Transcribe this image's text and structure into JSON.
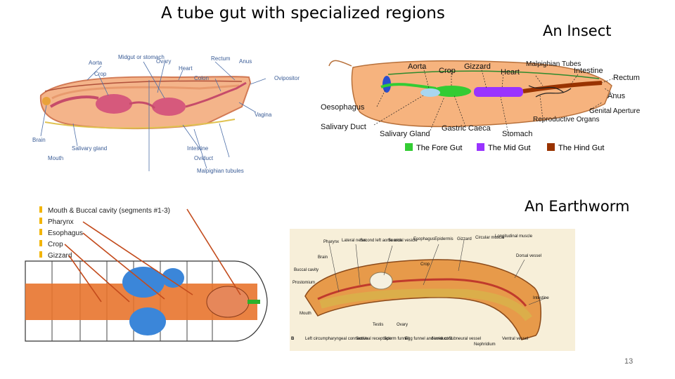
{
  "slide": {
    "title": "A tube gut with specialized regions",
    "insect_title": "An Insect",
    "earthworm_title": "An Earthworm",
    "slide_number": "13"
  },
  "diagram_top_left": {
    "labels": {
      "aorta": "Aorta",
      "crop": "Crop",
      "midgut": "Midgut or stomach",
      "ovary": "Ovary",
      "heart": "Heart",
      "rectum": "Rectum",
      "anus": "Anus",
      "colon": "Colon",
      "ovipositor": "Ovipositor",
      "vagina": "Vagina",
      "brain": "Brain",
      "mouth": "Mouth",
      "salivary_gland": "Salivary gland",
      "intestine": "Intestine",
      "oviduct": "Oviduct",
      "malpighian": "Malpighian tubules"
    }
  },
  "diagram_insect": {
    "labels": {
      "aorta": "Aorta",
      "crop": "Crop",
      "gizzard": "Gizzard",
      "heart": "Heart",
      "malpighian": "Malpighian Tubes",
      "intestine": "Intestine",
      "rectum": "Rectum",
      "anus": "Anus",
      "oesophagus": "Oesophagus",
      "genital_aperture": "Genital Aperture",
      "reproductive_organs": "Reproductive Organs",
      "salivary_duct": "Salivary Duct",
      "gastric_caeca": "Gastric Caeca",
      "salivary_gland": "Salivary Gland",
      "stomach": "Stomach"
    },
    "legend": [
      {
        "label": "The Fore Gut",
        "color": "#33cc33"
      },
      {
        "label": "The Mid Gut",
        "color": "#9933ff"
      },
      {
        "label": "The Hind Gut",
        "color": "#993300"
      }
    ]
  },
  "diagram_worm_dissection": {
    "key": [
      "Mouth & Buccal cavity (segments #1-3)",
      "Pharynx",
      "Esophagus",
      "Crop",
      "Gizzard"
    ],
    "key_bullet_color": "#f2b400"
  },
  "diagram_earthworm": {
    "labels": {
      "pharynx": "Pharynx",
      "lateral_nerve": "Lateral nerve",
      "second_left_aortic_arch": "Second left aortic arch",
      "seminal_vesicle": "Seminal vesicle",
      "esophagus": "Esophagus",
      "epidermis": "Epidermis",
      "gizzard": "Gizzard",
      "circular_muscle": "Circular muscle",
      "longitudinal_muscle": "Longitudinal muscle",
      "brain": "Brain",
      "dorsal_vessel": "Dorsal vessel",
      "buccal_cavity": "Buccal cavity",
      "prostomium": "Prostomium",
      "crop": "Crop",
      "intestine": "Intestine",
      "mouth": "Mouth",
      "testis": "Testis",
      "ovary": "Ovary",
      "circumpharyngeal": "Left circumpharyngeal connective",
      "seminal_receptacle": "Seminal receptacle",
      "sperm_funnel": "Sperm funnel",
      "egg_funnel": "Egg funnel and oviduct",
      "nerve_cord": "Nerve cord",
      "subneural_vessel": "Subneural vessel",
      "nephridium": "Nephridium",
      "ventral_vessel": "Ventral vessel",
      "panel_letter": "B"
    }
  }
}
